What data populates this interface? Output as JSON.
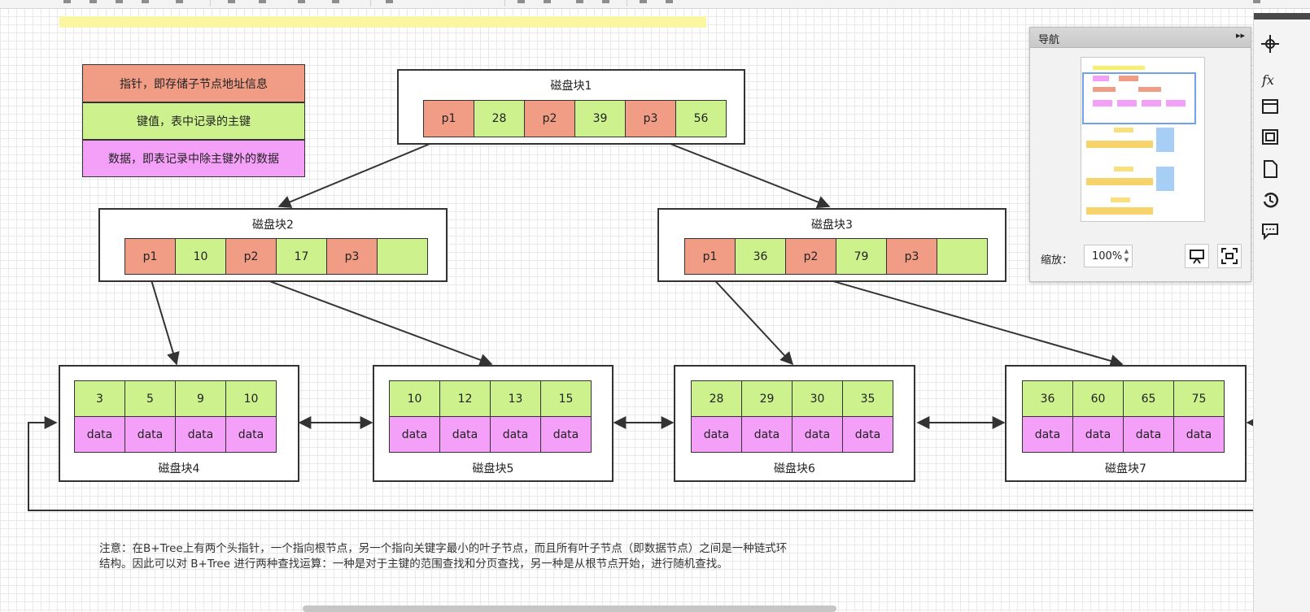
{
  "legend": [
    {
      "label": "指针，即存储子节点地址信息",
      "kind": "pointer"
    },
    {
      "label": "键值，表中记录的主键",
      "kind": "key"
    },
    {
      "label": "数据，即表记录中除主键外的数据",
      "kind": "data"
    }
  ],
  "blocks": {
    "b1": {
      "title": "磁盘块1",
      "cells": [
        "p1",
        "28",
        "p2",
        "39",
        "p3",
        "56"
      ]
    },
    "b2": {
      "title": "磁盘块2",
      "cells": [
        "p1",
        "10",
        "p2",
        "17",
        "p3",
        ""
      ]
    },
    "b3": {
      "title": "磁盘块3",
      "cells": [
        "p1",
        "36",
        "p2",
        "79",
        "p3",
        ""
      ]
    },
    "b4": {
      "title": "磁盘块4",
      "keys": [
        "3",
        "5",
        "9",
        "10"
      ],
      "data": [
        "data",
        "data",
        "data",
        "data"
      ]
    },
    "b5": {
      "title": "磁盘块5",
      "keys": [
        "10",
        "12",
        "13",
        "15"
      ],
      "data": [
        "data",
        "data",
        "data",
        "data"
      ]
    },
    "b6": {
      "title": "磁盘块6",
      "keys": [
        "28",
        "29",
        "30",
        "35"
      ],
      "data": [
        "data",
        "data",
        "data",
        "data"
      ]
    },
    "b7": {
      "title": "磁盘块7",
      "keys": [
        "36",
        "60",
        "65",
        "75"
      ],
      "data": [
        "data",
        "data",
        "data",
        "data"
      ]
    }
  },
  "note": {
    "line1": "注意：在B+Tree上有两个头指针，一个指向根节点，另一个指向关键字最小的叶子节点，而且所有叶子节点（即数据节点）之间是一种链式环",
    "line2": "结构。因此可以对 B+Tree 进行两种查找运算：一种是对于主键的范围查找和分页查找，另一种是从根节点开始，进行随机查找。"
  },
  "navigator": {
    "title": "导航",
    "collapse_icon": "double-chevron-right-icon",
    "zoom_label": "缩放：",
    "zoom_value": "100%"
  },
  "colors": {
    "pointer": "#f19c84",
    "key": "#cdf28d",
    "data": "#f5a0f8",
    "viewport": "#6fa2e6",
    "highlight": "#fbf7a1"
  }
}
